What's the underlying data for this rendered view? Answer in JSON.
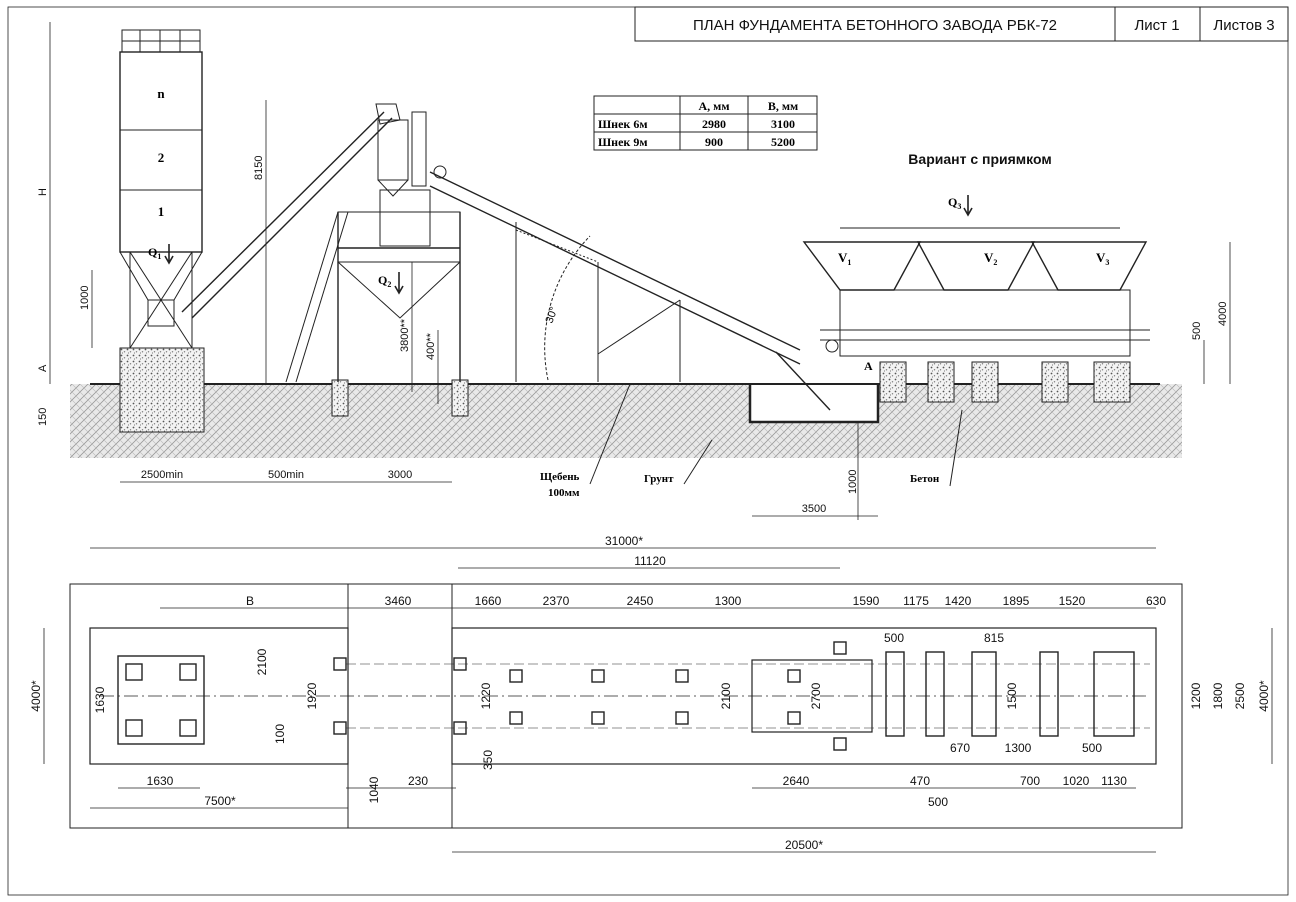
{
  "title_block": {
    "title": "ПЛАН ФУНДАМЕНТА БЕТОННОГО ЗАВОДА РБК-72",
    "sheet": "Лист 1",
    "sheets": "Листов 3"
  },
  "auger_table": {
    "header_a": "A, мм",
    "header_b": "B, мм",
    "rows": [
      {
        "name": "Шнек 6м",
        "a": "2980",
        "b": "3100"
      },
      {
        "name": "Шнек 9м",
        "a": "900",
        "b": "5200"
      }
    ]
  },
  "pit_variant": "Вариант с приямком",
  "silo_labels": {
    "n": "n",
    "s2": "2",
    "s1": "1"
  },
  "loads": {
    "q1": "Q",
    "q1_sub": "1",
    "q2": "Q",
    "q2_sub": "2",
    "q3": "Q",
    "q3_sub": "3"
  },
  "bins": {
    "v": "V",
    "v1_sub": "1",
    "v2_sub": "2",
    "v3_sub": "3"
  },
  "materials": {
    "gravel": "Щебень",
    "gravel_size": "100мм",
    "soil": "Грунт",
    "concrete": "Бетон"
  },
  "elevation_dims": {
    "h": "H",
    "h1000": "1000",
    "a": "A",
    "h150": "150",
    "h8150": "8150",
    "h3800": "3800**",
    "h400": "400**",
    "angle": "30°",
    "h4000": "4000",
    "h500": "500",
    "pit_depth": "1000",
    "pit_width": "3500",
    "silo_base": "2500min",
    "gap": "500min",
    "mixer_base": "3000",
    "point_a": "A"
  },
  "plan_dims": {
    "total": "31000*",
    "span_11120": "11120",
    "b": "B",
    "d3460": "3460",
    "d1660": "1660",
    "d2370": "2370",
    "d2450": "2450",
    "d1300a": "1300",
    "d1590": "1590",
    "d1175": "1175",
    "d1420": "1420",
    "d1895": "1895",
    "d1520": "1520",
    "d630": "630",
    "d500a": "500",
    "d815": "815",
    "d4000l": "4000*",
    "d1630v": "1630",
    "d2100a": "2100",
    "d100": "100",
    "d1920": "1920",
    "d1220": "1220",
    "d2100b": "2100",
    "d2700": "2700",
    "d1500": "1500",
    "d1200": "1200",
    "d1800": "1800",
    "d2500": "2500",
    "d4000r": "4000*",
    "d1630h": "1630",
    "d7500": "7500*",
    "d1040": "1040",
    "d230": "230",
    "d350": "350",
    "d2640": "2640",
    "d470": "470",
    "d670": "670",
    "d1300b": "1300",
    "d500b": "500",
    "d700": "700",
    "d500c": "500",
    "d1020": "1020",
    "d1130": "1130",
    "d20500": "20500*"
  },
  "colors": {
    "line": "#222222",
    "ground": "#d8d8d8",
    "gravel": "#bdbdbd"
  }
}
